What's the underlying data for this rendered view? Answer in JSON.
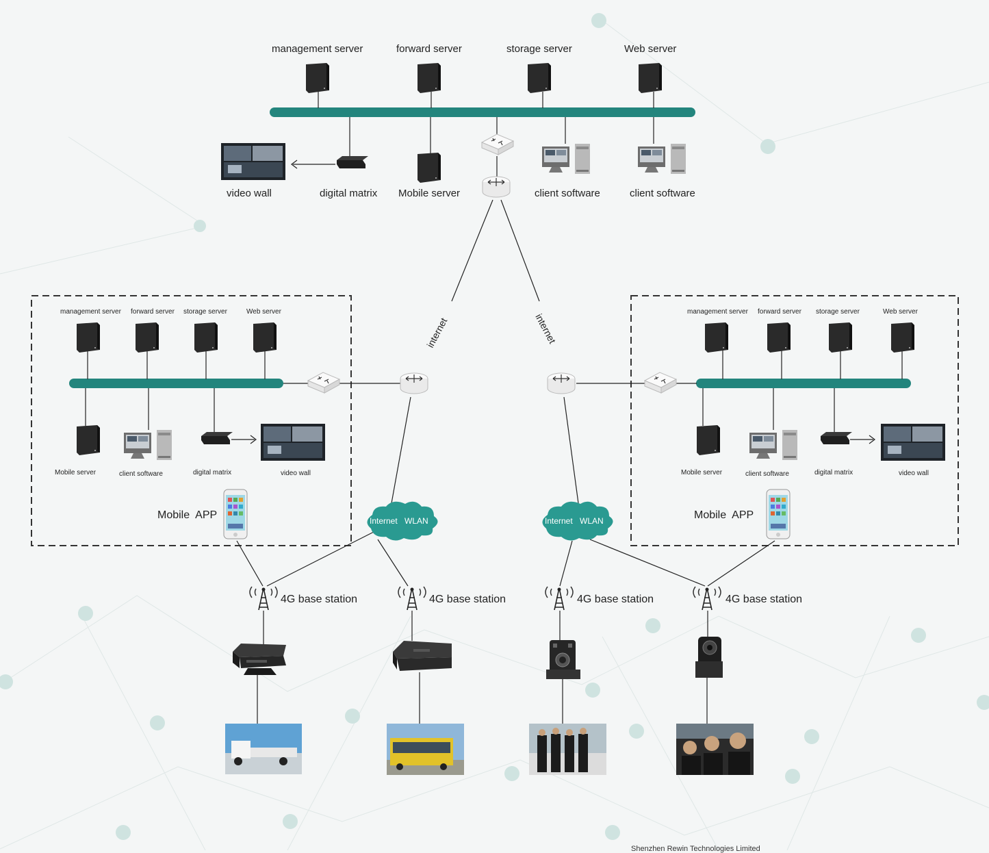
{
  "top": {
    "servers": [
      "management server",
      "forward server",
      "storage server",
      "Web server"
    ],
    "lower": [
      "video wall",
      "digital matrix",
      "Mobile server",
      "client software",
      "client software"
    ]
  },
  "left": {
    "servers": [
      "management server",
      "forward server",
      "storage server",
      "Web server"
    ],
    "lower": [
      "Mobile server",
      "client software",
      "digital matrix",
      "video wall"
    ],
    "app": "Mobile  APP"
  },
  "right": {
    "servers": [
      "management server",
      "forward server",
      "storage server",
      "Web server"
    ],
    "lower": [
      "Mobile server",
      "client software",
      "digital matrix",
      "video wall"
    ],
    "app": "Mobile  APP"
  },
  "links": {
    "internet_left": "internet",
    "internet_right": "internet"
  },
  "clouds": [
    {
      "left": "Internet",
      "right": "WLAN"
    },
    {
      "left": "Internet",
      "right": "WLAN"
    }
  ],
  "stations": [
    "4G base station",
    "4G base station",
    "4G base station",
    "4G base station"
  ],
  "footer": "Shenzhen Rewin Technologies Limited",
  "colors": {
    "bus": "#23857d",
    "cloud": "#2a9a91",
    "server": "#2a2a2a"
  }
}
